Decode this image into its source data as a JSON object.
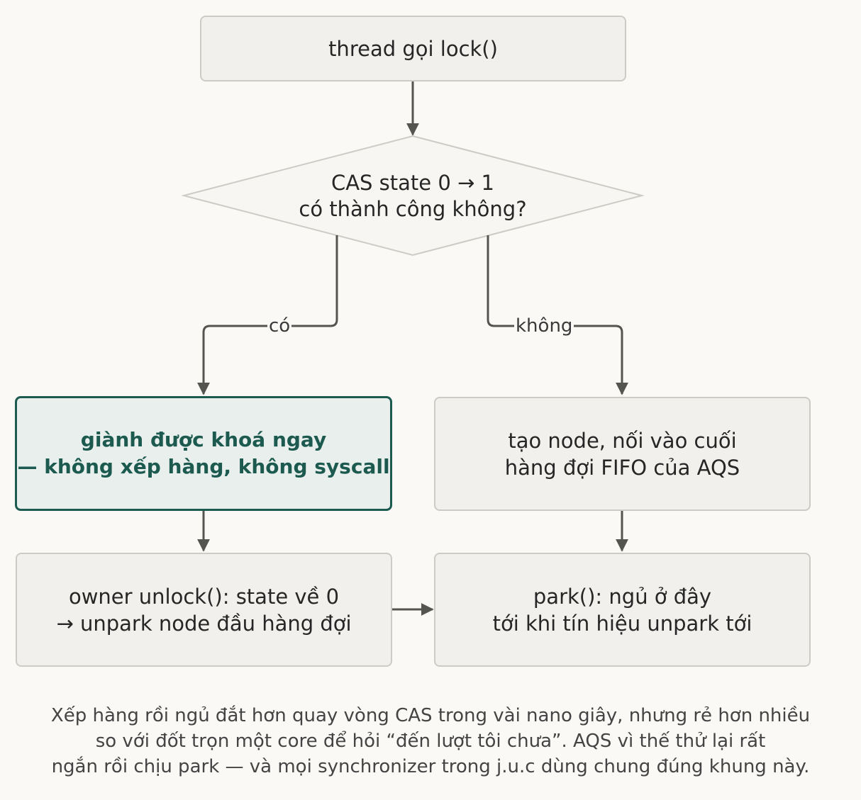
{
  "nodes": {
    "start": "thread gọi lock()",
    "decision": [
      "CAS state 0 → 1",
      "có thành công không?"
    ],
    "acquired": [
      "giành được khoá ngay",
      "— không xếp hàng, không syscall"
    ],
    "enqueue": [
      "tạo node, nối vào cuối",
      "hàng đợi FIFO của AQS"
    ],
    "release": [
      "owner unlock(): state về 0",
      "→ unpark node đầu hàng đợi"
    ],
    "park": [
      "park(): ngủ ở đây",
      "tới khi tín hiệu unpark tới"
    ]
  },
  "edges": {
    "yes_label": "có",
    "no_label": "không"
  },
  "caption": [
    "Xếp hàng rồi ngủ đắt hơn quay vòng CAS trong vài nano giây, nhưng rẻ hơn nhiều",
    "so với đốt trọn một core để hỏi “đến lượt tôi chưa”. AQS vì thế thử lại rất",
    "ngắn rồi chịu park — và mọi synchronizer trong j.u.c dùng chung đúng khung này."
  ],
  "colors": {
    "accent": "#1c5a50",
    "highlight_fill": "#e8efec",
    "box_fill": "#f1f0ec",
    "box_border": "#cdcbc6",
    "arrow": "#555550",
    "background": "#faf9f6"
  }
}
